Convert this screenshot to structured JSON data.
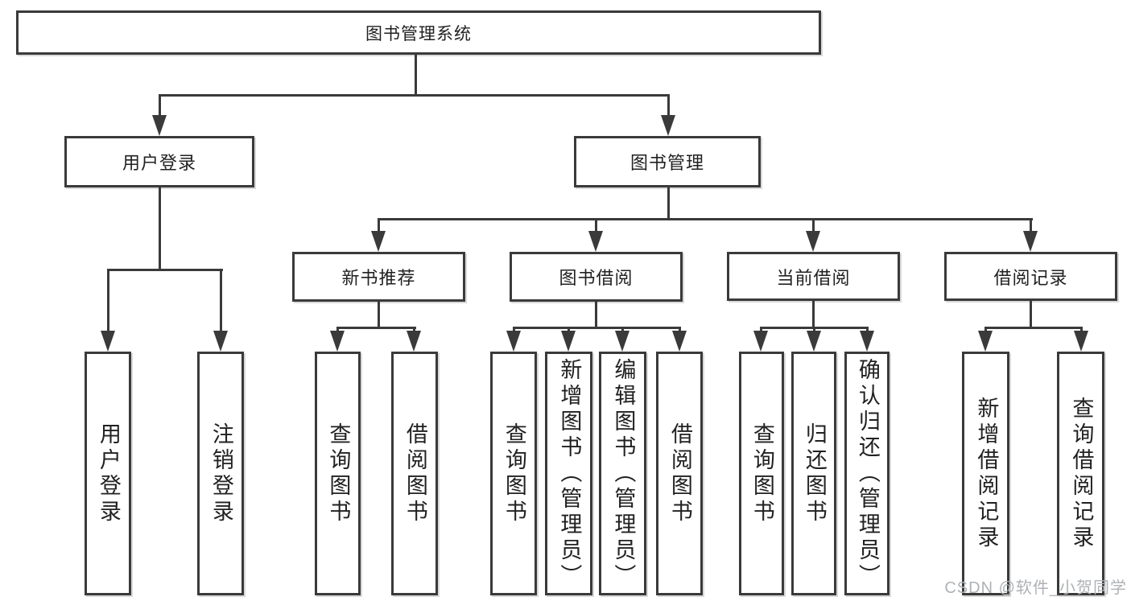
{
  "diagram_title": "图书管理系统",
  "tree": {
    "label": "图书管理系统",
    "children": [
      {
        "label": "用户登录",
        "children": [
          {
            "label": "用户登录"
          },
          {
            "label": "注销登录"
          }
        ]
      },
      {
        "label": "图书管理",
        "children": [
          {
            "label": "新书推荐",
            "children": [
              {
                "label": "查询图书"
              },
              {
                "label": "借阅图书"
              }
            ]
          },
          {
            "label": "图书借阅",
            "children": [
              {
                "label": "查询图书"
              },
              {
                "label": "新增图书（管理员）"
              },
              {
                "label": "编辑图书（管理员）"
              },
              {
                "label": "借阅图书"
              }
            ]
          },
          {
            "label": "当前借阅",
            "children": [
              {
                "label": "查询图书"
              },
              {
                "label": "归还图书"
              },
              {
                "label": "确认归还（管理员）"
              }
            ]
          },
          {
            "label": "借阅记录",
            "children": [
              {
                "label": "新增借阅记录"
              },
              {
                "label": "查询借阅记录"
              }
            ]
          }
        ]
      }
    ]
  },
  "watermark": {
    "text": "CSDN @软件_小贺同学"
  },
  "colors": {
    "line": "#3a3a3a",
    "text": "#212121",
    "watermark": "#aeb2b6",
    "background": "#ffffff"
  }
}
